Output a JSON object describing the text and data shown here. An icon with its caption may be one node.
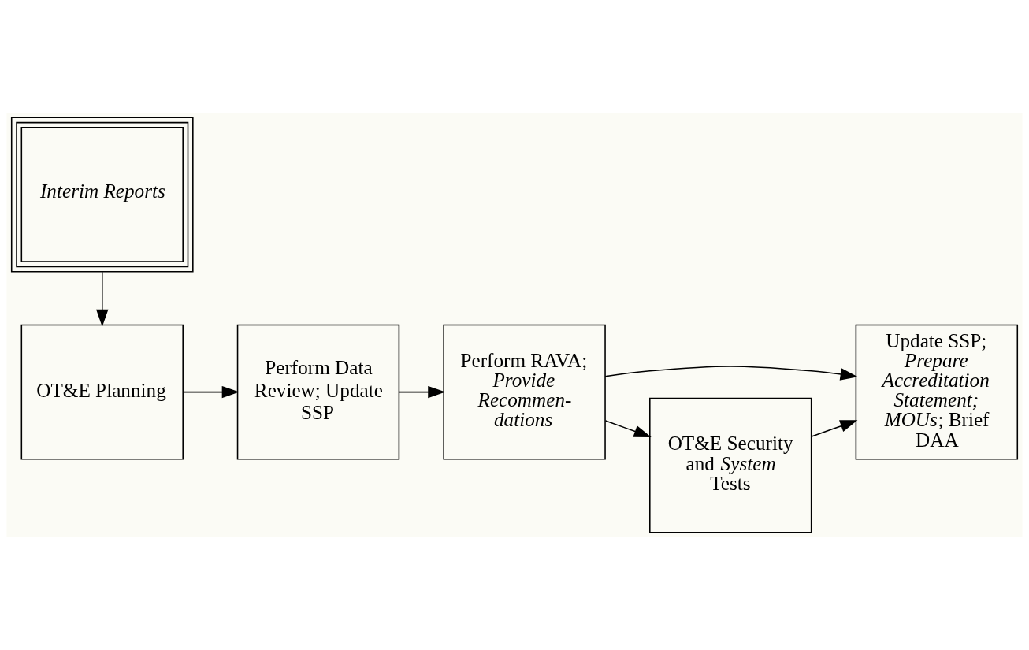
{
  "diagram": {
    "nodes": [
      {
        "text": [
          "Interim Reports"
        ]
      },
      {
        "text": [
          "OT&E Planning"
        ]
      },
      {
        "text": [
          "Perform Data Review; Update SSP"
        ]
      },
      {
        "text": [
          "Perform RAVA; *Provide Recommen- dations*"
        ]
      },
      {
        "text": [
          "Update SSP; *Prepare Accreditation Statement; MOUs*; Brief DAA"
        ]
      },
      {
        "text": [
          "OT&E Security and *System* Tests"
        ]
      }
    ],
    "edges": [
      {
        "from": 0,
        "to": 1,
        "arrow": "to"
      },
      {
        "from": 1,
        "to": 2,
        "arrow": "to"
      },
      {
        "from": 2,
        "to": 3,
        "arrow": "to"
      },
      {
        "from": 3,
        "to": 4,
        "arrow": "to"
      },
      {
        "from": 3,
        "to": 5,
        "arrow": "to"
      },
      {
        "from": 5,
        "to": 4,
        "arrow": "to"
      }
    ]
  }
}
